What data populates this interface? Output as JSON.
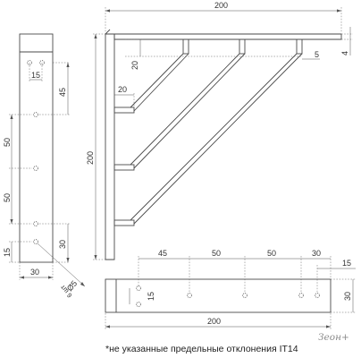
{
  "side_view": {
    "dim_hole_spacing": "15",
    "dim_top_offset": "45",
    "dim_pitch_upper": "50",
    "dim_pitch_lower": "50",
    "dim_bottom_offset": "30",
    "dim_bottom_hole": "15",
    "dim_width": "30",
    "dim_hole_diameter": "Ø5",
    "dim_hole_count": "6 шт"
  },
  "front_view": {
    "dim_width": "200",
    "dim_height": "200",
    "dim_thickness": "4",
    "dim_arm_height": "20",
    "dim_arm_offset": "5",
    "dim_stand_depth": "20"
  },
  "bottom_view": {
    "dim_first": "45",
    "dim_second": "50",
    "dim_third": "50",
    "dim_fourth": "30",
    "dim_end": "15",
    "dim_hole_spacing": "15",
    "dim_height": "30",
    "dim_length": "200"
  },
  "note": "*не указанные предельные отклонения IT14",
  "brand": "Зеон+",
  "colors": {
    "line": "#4a4a4a",
    "dimension": "#555555",
    "text": "#333333",
    "brand": "#8a8a8a"
  }
}
